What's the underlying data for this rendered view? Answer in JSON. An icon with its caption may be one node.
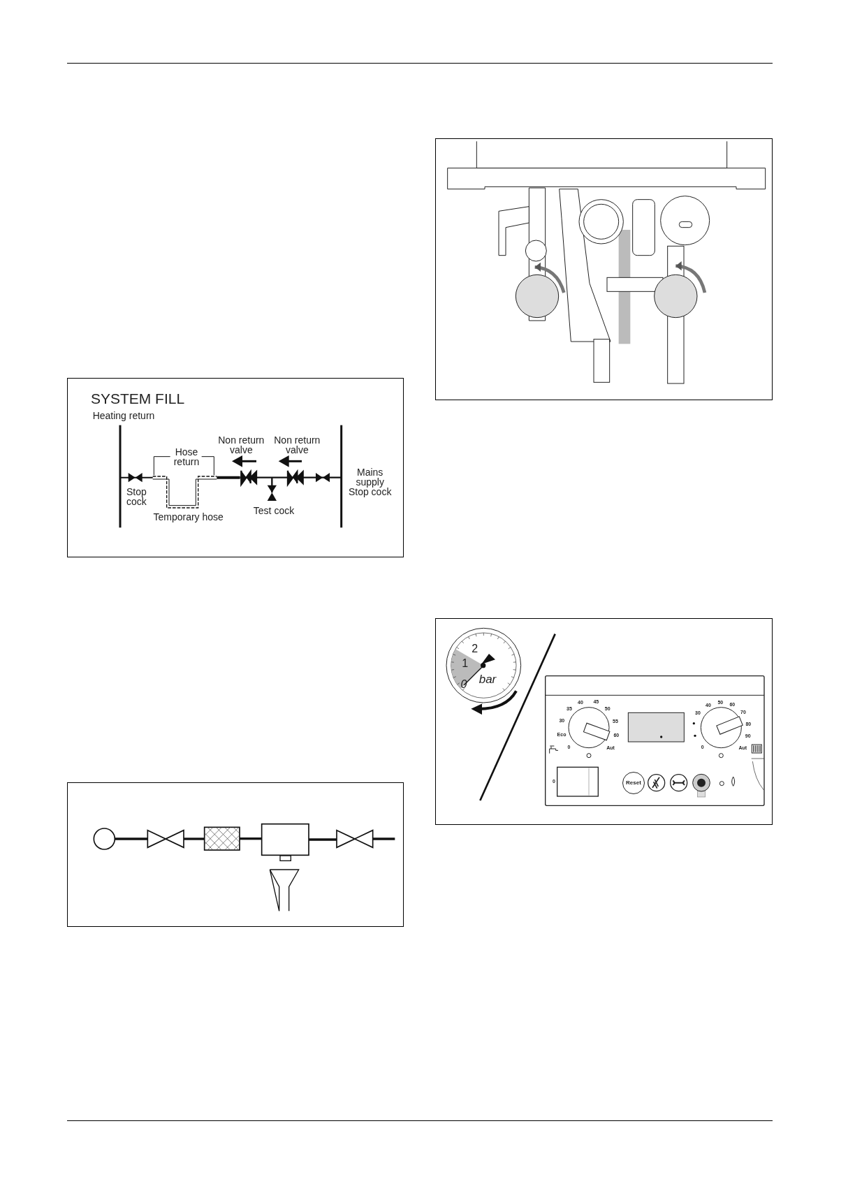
{
  "diagram": {
    "nodes": [
      {
        "text": [],
        "shape": "circle"
      },
      {
        "text": [],
        "shape": "valve"
      },
      {
        "text": [],
        "shape": "box"
      },
      {
        "text": [],
        "shape": "box"
      },
      {
        "text": [],
        "shape": "valve"
      }
    ],
    "edges": [
      {
        "from": 0,
        "to": 1,
        "arrow": "none"
      },
      {
        "from": 1,
        "to": 2,
        "arrow": "none"
      },
      {
        "from": 2,
        "to": 3,
        "arrow": "none"
      },
      {
        "from": 3,
        "to": 4,
        "arrow": "none"
      },
      {
        "from": 4,
        "to": null,
        "arrow": "none"
      }
    ],
    "labels": [
      "SYSTEM FILL",
      "Heating return",
      "Hose return",
      "Non return valve",
      "Non return valve",
      "Stop cock",
      "Temporary hose",
      "Test cock",
      "Mains supply Stop cock",
      "2",
      "1",
      "0",
      "bar",
      "35",
      "40",
      "45",
      "50",
      "55",
      "60",
      "30",
      "Eco",
      "0",
      "Aut",
      "30",
      "40",
      "50",
      "60",
      "70",
      "80",
      "90",
      "0",
      "Aut",
      "0",
      "Reset"
    ]
  }
}
